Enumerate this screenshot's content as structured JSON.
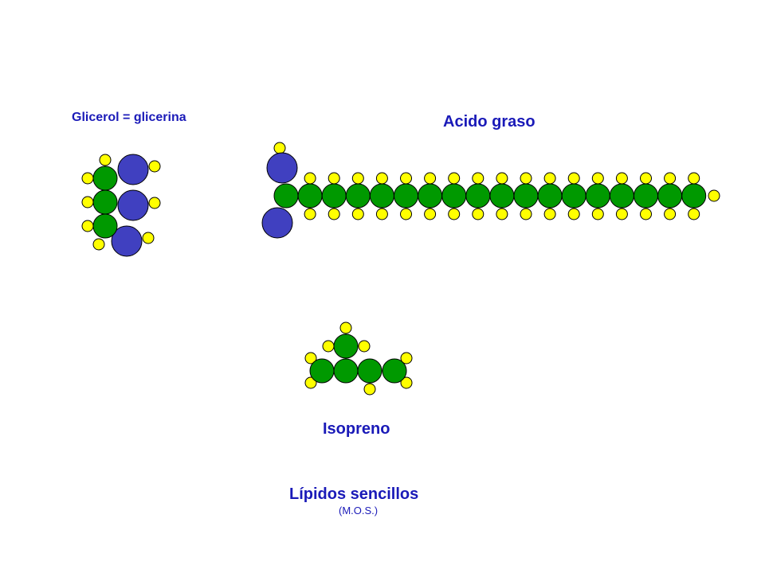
{
  "labels": {
    "glicerol": "Glicerol = glicerina",
    "acido": "Acido graso",
    "isopreno": "Isopreno",
    "title": "Lípidos sencillos",
    "subtitle": "(M.O.S.)"
  },
  "colors": {
    "text": "#1a1ab8",
    "carbon": "#009900",
    "oxygen": "#4040c0",
    "hydrogen": "#ffff00",
    "stroke": "#000000"
  },
  "molecules": {
    "glicerol": {
      "name": "glycerol-molecule",
      "carbons": 3,
      "oxygens": 3,
      "hydrogens": 8
    },
    "acido_graso": {
      "name": "fatty-acid-molecule",
      "carbons": 18,
      "oxygens": 2,
      "hydrogens": 36
    },
    "isopreno": {
      "name": "isoprene-molecule",
      "carbons": 5,
      "hydrogens": 8
    }
  }
}
